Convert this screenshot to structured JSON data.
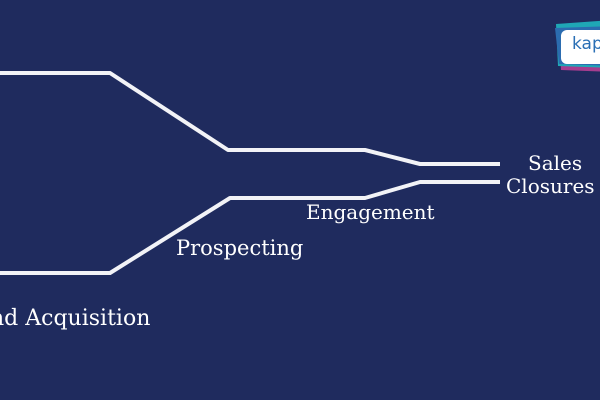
{
  "colors": {
    "background": "#1f2b5e",
    "line": "#f2f3f7",
    "text": "#ffffff",
    "logo_blue": "#2b6cb0",
    "logo_teal": "#1fa7b6",
    "logo_magenta": "#a53d8f"
  },
  "stages": {
    "lead_acquisition": "nd Acquisition",
    "prospecting": "Prospecting",
    "engagement": "Engagement",
    "sales": "Sales",
    "closures": "Closures"
  },
  "logo": {
    "icon": "kapture-logo-icon",
    "text": "kap"
  }
}
